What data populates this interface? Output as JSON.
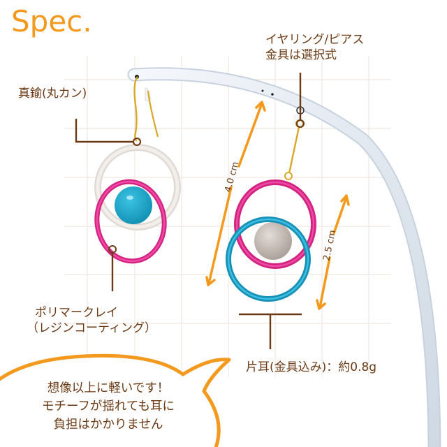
{
  "header": {
    "title": "Spec."
  },
  "labels": {
    "jump_ring": "真鍮(丸カン)",
    "hook_choice_line1": "イヤリング/ピアス",
    "hook_choice_line2": "金具は選択式",
    "material_line1": "ポリマークレイ",
    "material_line2": "（レジンコーティング）",
    "weight": "片耳(金具込み)：約0.8g"
  },
  "dimensions": {
    "total_length": "4.0 cm",
    "motif_length": "2.5 cm"
  },
  "bubble": {
    "line1": "想像以上に軽いです！",
    "line2": "モチーフが揺れても耳に",
    "line3": "負担はかかりません"
  },
  "colors": {
    "accent_orange": "#f39a1e",
    "text_brown": "#6b3a14",
    "grid_line": "#f0e4e0",
    "ring_pink": "#e0288f",
    "ring_teal": "#1e9ec6",
    "ring_pearl": "#e6e2dc",
    "bead_teal": "#1aa6c8",
    "bead_gray": "#bdb3ad",
    "gold": "#d8a928",
    "stand_white": "#e8eef5"
  }
}
